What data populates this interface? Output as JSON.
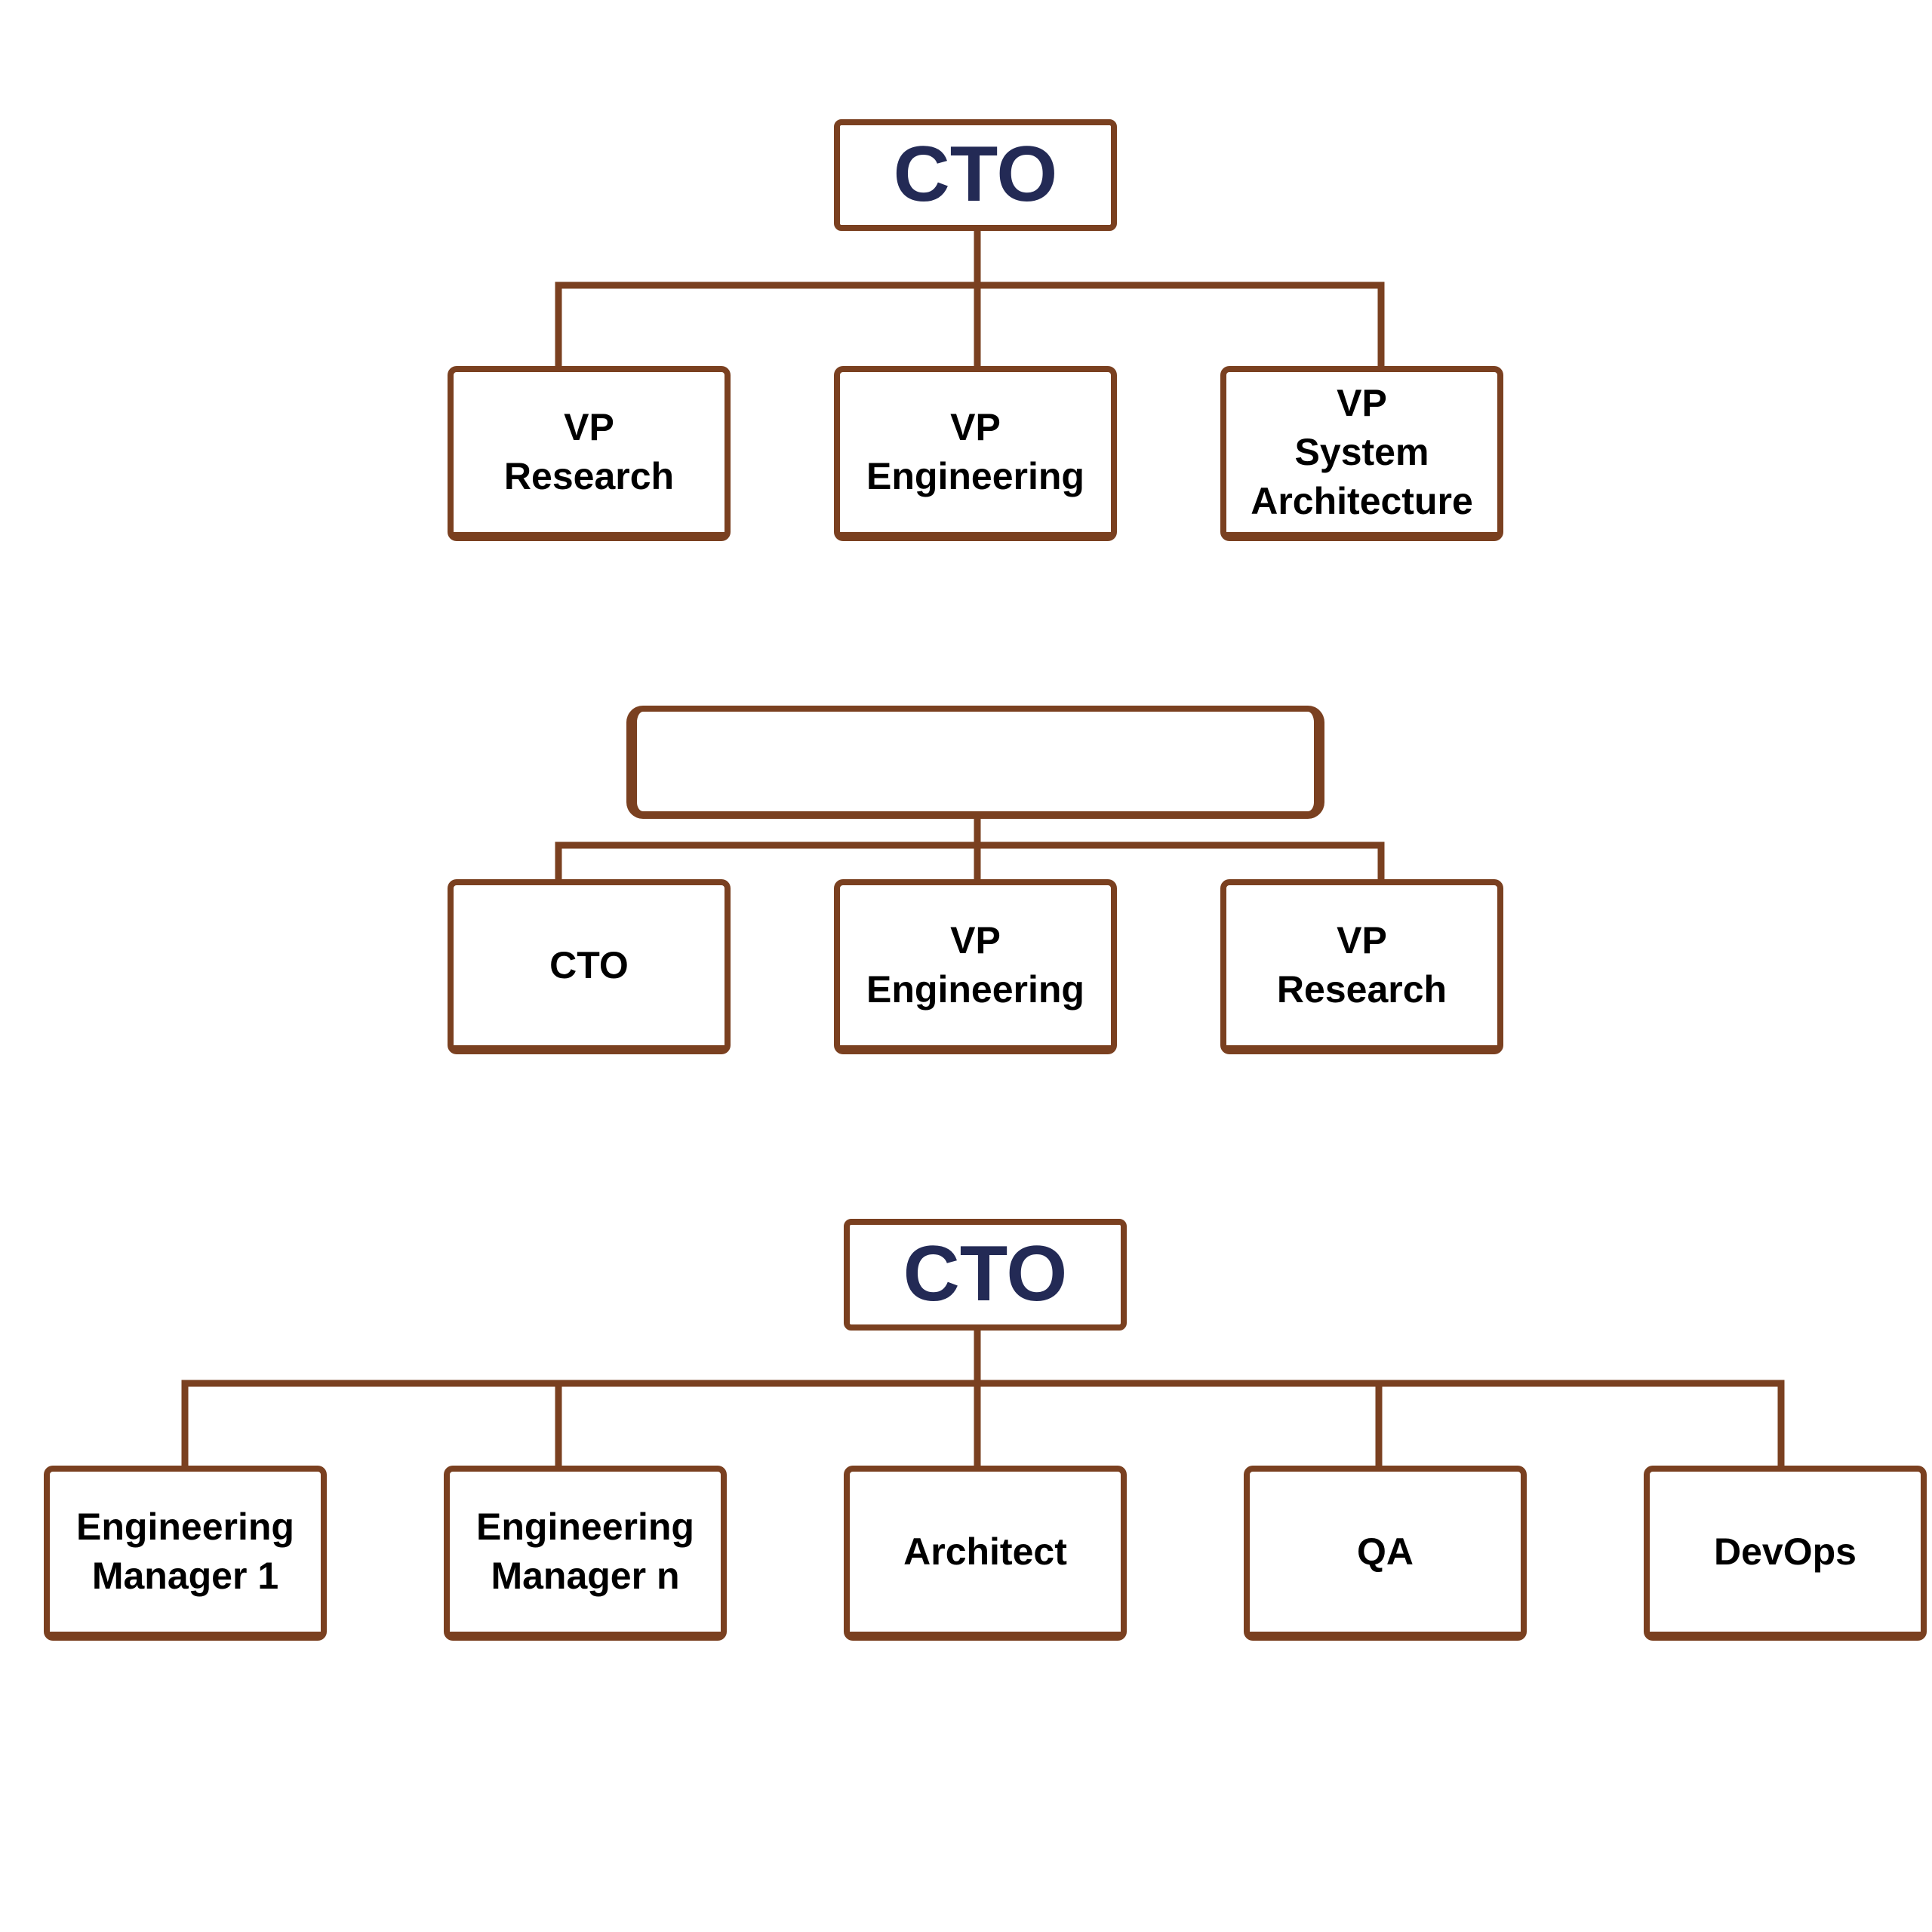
{
  "colors": {
    "line": "#7a4020",
    "root_text": "#232a55",
    "node_text": "#000000"
  },
  "chart_top": {
    "root": "CTO",
    "children": [
      "VP\nResearch",
      "VP\nEngineering",
      "VP\nSystem\nArchitecture"
    ]
  },
  "chart_middle": {
    "root": "",
    "children": [
      "CTO",
      "VP\nEngineering",
      "VP\nResearch"
    ]
  },
  "chart_bottom": {
    "root": "CTO",
    "children": [
      "Engineering\nManager 1",
      "Engineering\nManager n",
      "Architect",
      "QA",
      "DevOps"
    ]
  }
}
